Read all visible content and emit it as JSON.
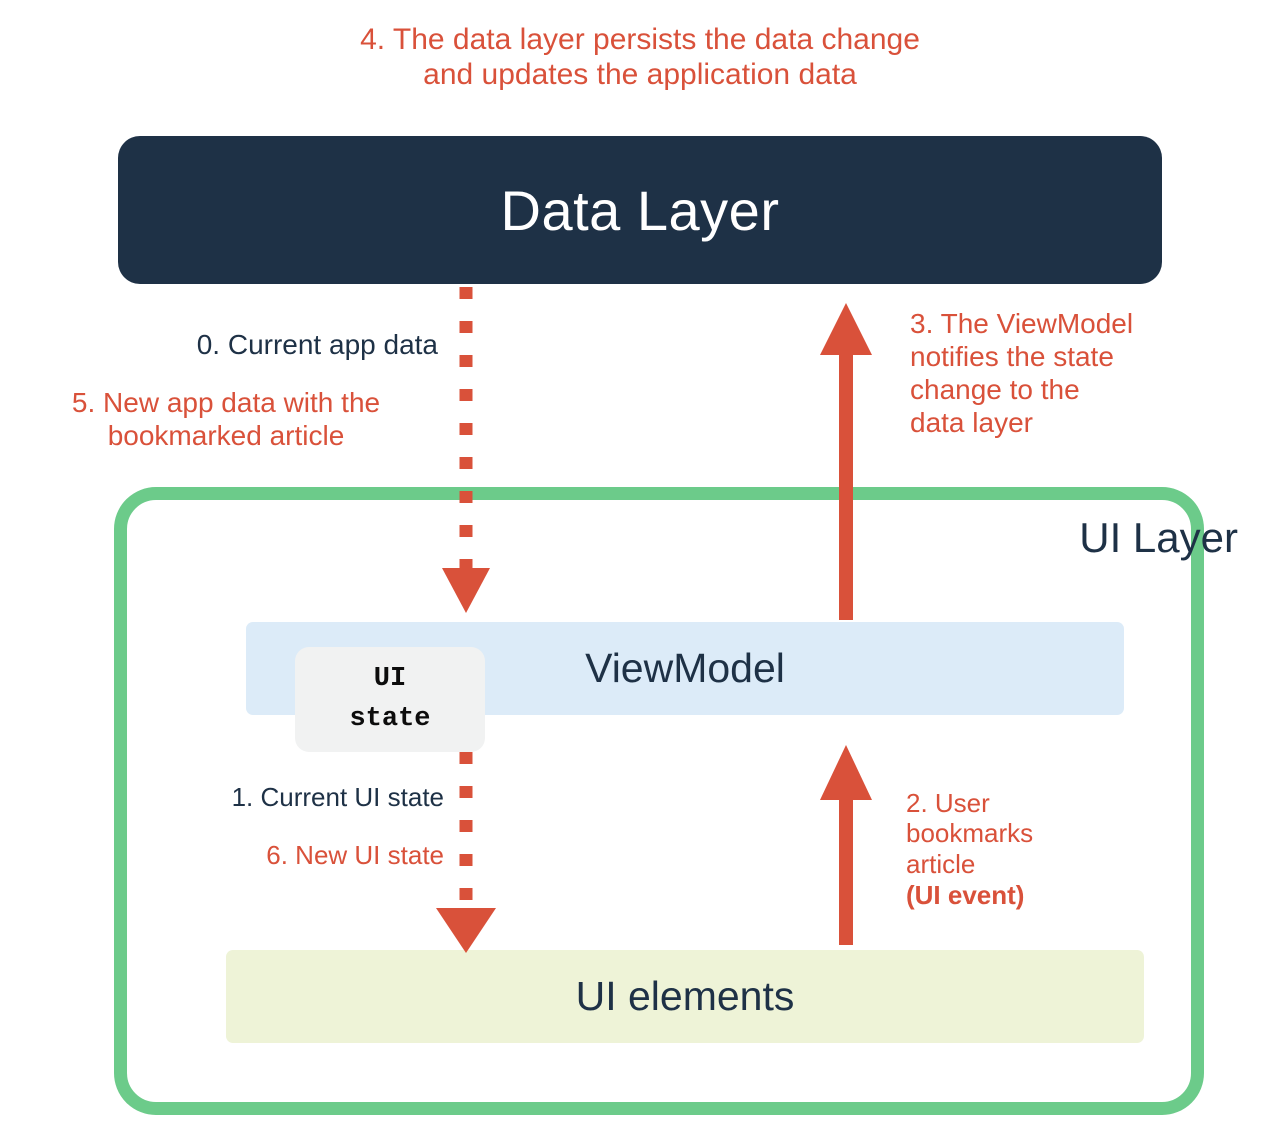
{
  "diagram": {
    "title": "Unidirectional data flow between UI layer and data layer",
    "accent_red": "#d9513a",
    "navy": "#1e3146",
    "green": "#6ccb8a",
    "viewmodel_blue": "#dcebf8",
    "ui_elements_yellow": "#eef3d7",
    "chip_gray": "#f1f2f2"
  },
  "boxes": {
    "data_layer": "Data Layer",
    "ui_layer": "UI Layer",
    "viewmodel": "ViewModel",
    "ui_elements": "UI elements",
    "ui_state_line1": "UI",
    "ui_state_line2": "state"
  },
  "captions": {
    "step4": "4. The data layer persists the data change\nand updates the application data",
    "step0": "0. Current app data",
    "step5": "5. New app data with the\nbookmarked article",
    "step3": "3. The ViewModel\nnotifies the state\nchange to the\ndata layer",
    "step1": "1. Current UI state",
    "step6": "6. New UI state",
    "step2_plain": "2. User\nbookmarks\narticle\n",
    "step2_bold": "(UI event)"
  },
  "arrows": {
    "data_to_viewmodel": "dotted-down-arrow-data-to-viewmodel",
    "viewmodel_to_data": "solid-up-arrow-viewmodel-to-data",
    "viewmodel_to_ui_elements": "dotted-down-arrow-viewmodel-to-ui-elements",
    "ui_elements_to_viewmodel": "solid-up-arrow-ui-elements-to-viewmodel"
  }
}
